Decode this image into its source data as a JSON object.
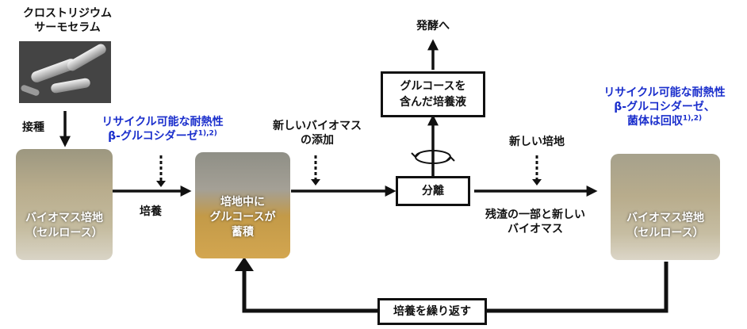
{
  "microbe": {
    "line1": "クロストリジウム",
    "line2": "サーモセラム"
  },
  "inoculation": "接種",
  "enzyme_left": {
    "line1": "リサイクル可能な耐熱性",
    "line2": "β-グルコシダーゼ",
    "ref": "1),2)"
  },
  "cultivation": "培養",
  "new_biomass_add": {
    "line1": "新しいバイオマス",
    "line2": "の添加"
  },
  "separation": "分離",
  "fermentation": "発酵へ",
  "glucose_liquid": {
    "line1": "グルコースを",
    "line2": "含んだ培養液"
  },
  "new_medium": "新しい培地",
  "residue": {
    "line1": "残渣の一部と新しい",
    "line2": "バイオマス"
  },
  "enzyme_right": {
    "line1": "リサイクル可能な耐熱性",
    "line2": "β-グルコシダーゼ、",
    "line3": "菌体は回収",
    "ref": "1),2)"
  },
  "repeat_cultivation": "培養を繰り返す",
  "photo_left": {
    "line1": "バイオマス培地",
    "line2": "（セルロース）"
  },
  "photo_middle": {
    "line1": "培地中に",
    "line2": "グルコースが",
    "line3": "蓄積"
  },
  "photo_right": {
    "line1": "バイオマス培地",
    "line2": "（セルロース）"
  },
  "colors": {
    "enzyme_text": "#1a2ecc",
    "arrow": "#111111",
    "medium": "#b8ac8c",
    "accumulated": "#c39a48"
  }
}
